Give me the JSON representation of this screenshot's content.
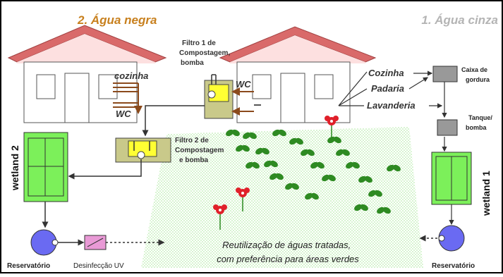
{
  "titles": {
    "black_water": "2. Água negra",
    "grey_water": "1. Água cinza"
  },
  "left_house": {
    "kitchen_label": "cozinha",
    "wc_label": "WC"
  },
  "right_house": {
    "wc_label": "WC",
    "sources": [
      "Cozinha",
      "Padaria",
      "Lavanderia"
    ]
  },
  "filter1": {
    "lines": [
      "Filtro 1 de",
      "Compostagem,",
      "bomba"
    ]
  },
  "filter2": {
    "lines": [
      "Filtro 2 de",
      "Compostagem",
      "e bomba"
    ]
  },
  "grease_box": {
    "lines": [
      "Caixa de",
      "gordura"
    ]
  },
  "tank": {
    "lines": [
      "Tanque/",
      "bomba"
    ]
  },
  "wetland_left": {
    "label": "wetland 2"
  },
  "wetland_right": {
    "label": "wetland 1"
  },
  "reservoir_left": {
    "label": "Reservatório"
  },
  "reservoir_right": {
    "label": "Reservatório"
  },
  "uv": {
    "label": "Desinfecção UV"
  },
  "reuse": {
    "lines": [
      "Reutilização de águas tratadas,",
      "com preferência para áreas verdes"
    ]
  },
  "colors": {
    "title_orange": "#c8801e",
    "title_grey": "#b4b4b4",
    "roof": "#d96a6a",
    "wetland": "#7cf05a",
    "filter_yellow": "#ffff33",
    "filter_box": "#c9c98a",
    "pipe_brown": "#8b4a1c",
    "reservoir": "#6a6af2",
    "uv": "#e99ad6",
    "leaf": "#2e8a22",
    "flower": "#e0202a"
  }
}
